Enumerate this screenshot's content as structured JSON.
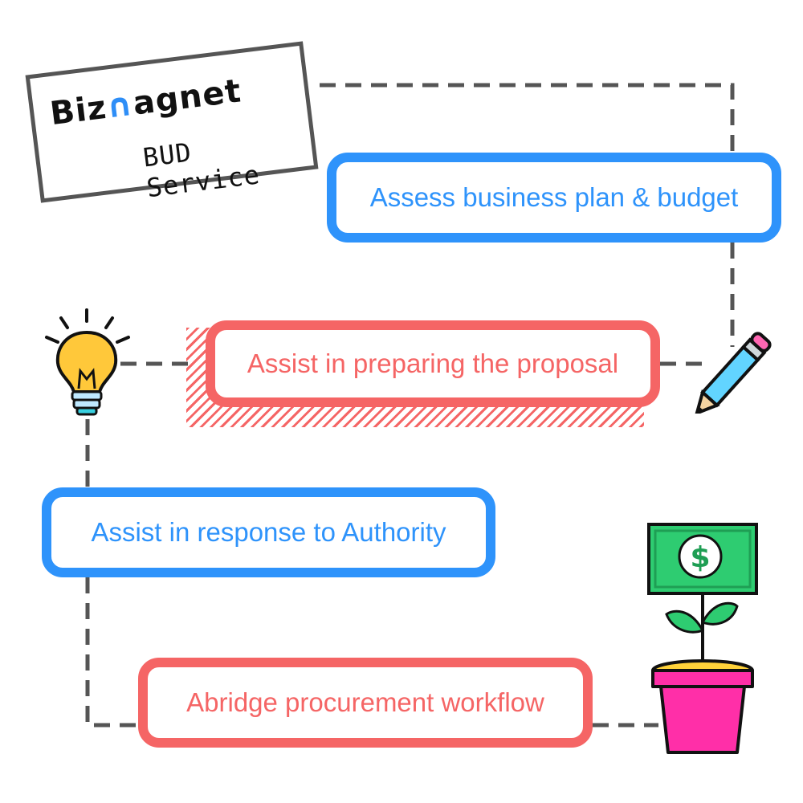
{
  "logo": {
    "brand_prefix": "Biz",
    "brand_suffix": "agnet",
    "subtitle": "BUD Service"
  },
  "steps": [
    {
      "label": "Assess business plan & budget"
    },
    {
      "label": "Assist in preparing the proposal"
    },
    {
      "label": "Assist in response to Authority"
    },
    {
      "label": "Abridge procurement workflow"
    }
  ],
  "colors": {
    "blue": "#2e93fb",
    "red": "#f56565",
    "connector": "#555555"
  },
  "icons": [
    "lightbulb-icon",
    "pencil-icon",
    "money-plant-icon"
  ],
  "money_symbol": "$"
}
